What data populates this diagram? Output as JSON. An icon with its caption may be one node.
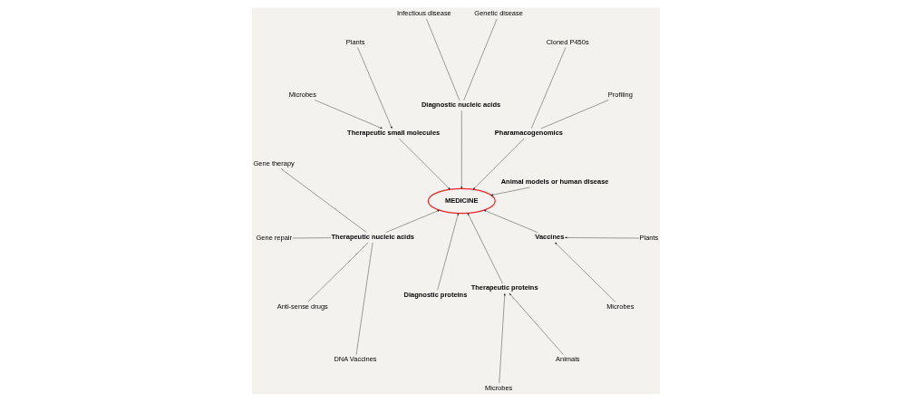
{
  "diagram": {
    "nodes": [
      {
        "text": [
          "Profiling"
        ]
      },
      {
        "text": [
          "Cloned P450s"
        ]
      },
      {
        "text": [
          "Genetic disease"
        ]
      },
      {
        "text": [
          "Infectious disease"
        ]
      },
      {
        "text": [
          "Animal models or human disease"
        ]
      },
      {
        "text": [
          "Pharamacogenomics"
        ]
      },
      {
        "text": [
          "Diagnostic nucleic acids"
        ]
      },
      {
        "text": [
          "Plants"
        ]
      },
      {
        "text": [
          "Gene therapy"
        ]
      },
      {
        "text": [
          "Therapeutic small molecules"
        ]
      },
      {
        "text": [
          "MEDICINE"
        ]
      },
      {
        "text": [
          "Therapeutic nucleic acids"
        ]
      },
      {
        "text": [
          "Gene repair"
        ]
      },
      {
        "text": [
          "Microbes"
        ]
      },
      {
        "text": [
          "Anti-sense drugs"
        ]
      },
      {
        "text": [
          "DNA Vaccines"
        ]
      },
      {
        "text": [
          "Diagnostic proteins"
        ]
      },
      {
        "text": [
          "Therapeutic proteins"
        ]
      },
      {
        "text": [
          "Vaccines"
        ]
      },
      {
        "text": [
          "Microbes"
        ]
      },
      {
        "text": [
          "Plants"
        ]
      },
      {
        "text": [
          "Microbes"
        ]
      },
      {
        "text": [
          "Animals"
        ]
      }
    ],
    "edges": [
      {
        "from": 0,
        "to": 5,
        "arrow": "none"
      },
      {
        "from": 1,
        "to": 5,
        "arrow": "none"
      },
      {
        "from": 2,
        "to": 6,
        "arrow": "none"
      },
      {
        "from": 3,
        "to": 6,
        "arrow": "none"
      },
      {
        "from": 4,
        "to": 10,
        "arrow": "to"
      },
      {
        "from": 5,
        "to": 10,
        "arrow": "to"
      },
      {
        "from": 6,
        "to": 10,
        "arrow": "to"
      },
      {
        "from": 7,
        "to": 9,
        "arrow": "to"
      },
      {
        "from": 13,
        "to": 9,
        "arrow": "to"
      },
      {
        "from": 9,
        "to": 10,
        "arrow": "to"
      },
      {
        "from": 11,
        "to": 10,
        "arrow": "to"
      },
      {
        "from": 11,
        "to": 8,
        "arrow": "none"
      },
      {
        "from": 11,
        "to": 12,
        "arrow": "none"
      },
      {
        "from": 11,
        "to": 14,
        "arrow": "none"
      },
      {
        "from": 11,
        "to": 15,
        "arrow": "none"
      },
      {
        "from": 16,
        "to": 10,
        "arrow": "to"
      },
      {
        "from": 17,
        "to": 10,
        "arrow": "to"
      },
      {
        "from": 18,
        "to": 10,
        "arrow": "to"
      },
      {
        "from": 20,
        "to": 18,
        "arrow": "to"
      },
      {
        "from": 19,
        "to": 18,
        "arrow": "to"
      },
      {
        "from": 21,
        "to": 17,
        "arrow": "to"
      },
      {
        "from": 22,
        "to": 17,
        "arrow": "to"
      }
    ]
  }
}
